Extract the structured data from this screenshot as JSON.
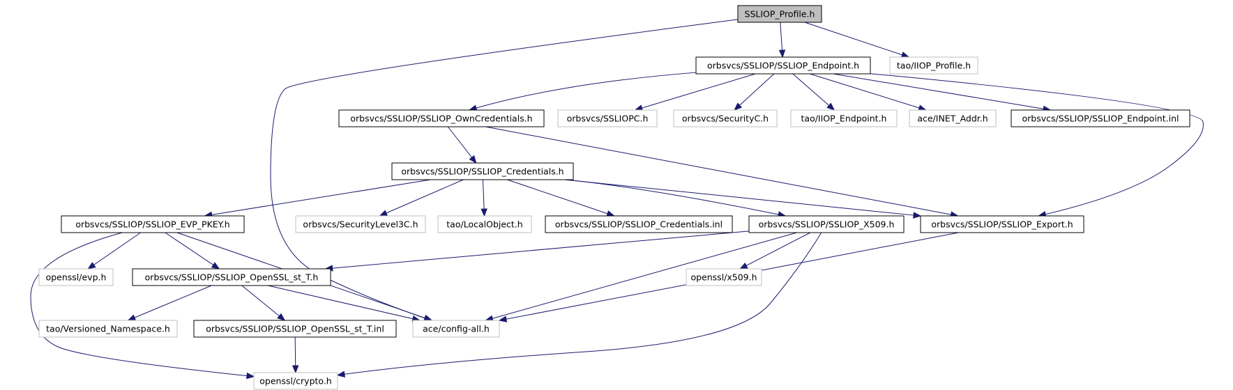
{
  "diagram": {
    "colors": {
      "edge": "#191970",
      "border_solid": "#000000",
      "border_faded": "#bfbfbf",
      "root_fill": "#bfbfbf",
      "node_fill": "#ffffff"
    },
    "nodes": [
      {
        "id": "ssliop-profile-h",
        "label": "SSLIOP_Profile.h",
        "style": "root"
      },
      {
        "id": "ssliop-endpoint-h",
        "label": "orbsvcs/SSLIOP/SSLIOP_Endpoint.h",
        "style": "solid"
      },
      {
        "id": "tao-iiop-profile-h",
        "label": "tao/IIOP_Profile.h",
        "style": "faded"
      },
      {
        "id": "ssliop-owncredentials-h",
        "label": "orbsvcs/SSLIOP/SSLIOP_OwnCredentials.h",
        "style": "solid"
      },
      {
        "id": "ssliopc-h",
        "label": "orbsvcs/SSLIOPC.h",
        "style": "faded"
      },
      {
        "id": "securityc-h",
        "label": "orbsvcs/SecurityC.h",
        "style": "faded"
      },
      {
        "id": "tao-iiop-endpoint-h",
        "label": "tao/IIOP_Endpoint.h",
        "style": "faded"
      },
      {
        "id": "ace-inet-addr-h",
        "label": "ace/INET_Addr.h",
        "style": "faded"
      },
      {
        "id": "ssliop-endpoint-inl",
        "label": "orbsvcs/SSLIOP/SSLIOP_Endpoint.inl",
        "style": "solid"
      },
      {
        "id": "ssliop-credentials-h",
        "label": "orbsvcs/SSLIOP/SSLIOP_Credentials.h",
        "style": "solid"
      },
      {
        "id": "ssliop-evp-pkey-h",
        "label": "orbsvcs/SSLIOP/SSLIOP_EVP_PKEY.h",
        "style": "solid"
      },
      {
        "id": "securitylevel3c-h",
        "label": "orbsvcs/SecurityLevel3C.h",
        "style": "faded"
      },
      {
        "id": "tao-localobject-h",
        "label": "tao/LocalObject.h",
        "style": "faded"
      },
      {
        "id": "ssliop-credentials-inl",
        "label": "orbsvcs/SSLIOP/SSLIOP_Credentials.inl",
        "style": "solid"
      },
      {
        "id": "ssliop-x509-h",
        "label": "orbsvcs/SSLIOP/SSLIOP_X509.h",
        "style": "solid"
      },
      {
        "id": "ssliop-export-h",
        "label": "orbsvcs/SSLIOP/SSLIOP_Export.h",
        "style": "solid"
      },
      {
        "id": "openssl-evp-h",
        "label": "openssl/evp.h",
        "style": "faded"
      },
      {
        "id": "ssliop-openssl-st-t-h",
        "label": "orbsvcs/SSLIOP/SSLIOP_OpenSSL_st_T.h",
        "style": "solid"
      },
      {
        "id": "openssl-x509-h",
        "label": "openssl/x509.h",
        "style": "faded"
      },
      {
        "id": "tao-versioned-namespace-h",
        "label": "tao/Versioned_Namespace.h",
        "style": "faded"
      },
      {
        "id": "ssliop-openssl-st-t-inl",
        "label": "orbsvcs/SSLIOP/SSLIOP_OpenSSL_st_T.inl",
        "style": "solid"
      },
      {
        "id": "ace-config-all-h",
        "label": "ace/config-all.h",
        "style": "faded"
      },
      {
        "id": "openssl-crypto-h",
        "label": "openssl/crypto.h",
        "style": "faded"
      }
    ],
    "edges": [
      {
        "from": "ssliop-profile-h",
        "to": "ssliop-endpoint-h"
      },
      {
        "from": "ssliop-profile-h",
        "to": "tao-iiop-profile-h"
      },
      {
        "from": "ssliop-profile-h",
        "to": "ace-config-all-h"
      },
      {
        "from": "ssliop-endpoint-h",
        "to": "ssliop-owncredentials-h"
      },
      {
        "from": "ssliop-endpoint-h",
        "to": "ssliopc-h"
      },
      {
        "from": "ssliop-endpoint-h",
        "to": "securityc-h"
      },
      {
        "from": "ssliop-endpoint-h",
        "to": "tao-iiop-endpoint-h"
      },
      {
        "from": "ssliop-endpoint-h",
        "to": "ace-inet-addr-h"
      },
      {
        "from": "ssliop-endpoint-h",
        "to": "ssliop-endpoint-inl"
      },
      {
        "from": "ssliop-endpoint-h",
        "to": "ssliop-export-h"
      },
      {
        "from": "ssliop-owncredentials-h",
        "to": "ssliop-credentials-h"
      },
      {
        "from": "ssliop-owncredentials-h",
        "to": "ssliop-export-h"
      },
      {
        "from": "ssliop-credentials-h",
        "to": "ssliop-evp-pkey-h"
      },
      {
        "from": "ssliop-credentials-h",
        "to": "securitylevel3c-h"
      },
      {
        "from": "ssliop-credentials-h",
        "to": "tao-localobject-h"
      },
      {
        "from": "ssliop-credentials-h",
        "to": "ssliop-credentials-inl"
      },
      {
        "from": "ssliop-credentials-h",
        "to": "ssliop-x509-h"
      },
      {
        "from": "ssliop-credentials-h",
        "to": "ssliop-export-h"
      },
      {
        "from": "ssliop-evp-pkey-h",
        "to": "openssl-evp-h"
      },
      {
        "from": "ssliop-evp-pkey-h",
        "to": "ssliop-openssl-st-t-h"
      },
      {
        "from": "ssliop-evp-pkey-h",
        "to": "ace-config-all-h"
      },
      {
        "from": "ssliop-evp-pkey-h",
        "to": "openssl-crypto-h"
      },
      {
        "from": "ssliop-x509-h",
        "to": "ssliop-openssl-st-t-h"
      },
      {
        "from": "ssliop-x509-h",
        "to": "openssl-x509-h"
      },
      {
        "from": "ssliop-x509-h",
        "to": "ace-config-all-h"
      },
      {
        "from": "ssliop-x509-h",
        "to": "openssl-crypto-h"
      },
      {
        "from": "ssliop-export-h",
        "to": "ace-config-all-h"
      },
      {
        "from": "ssliop-openssl-st-t-h",
        "to": "tao-versioned-namespace-h"
      },
      {
        "from": "ssliop-openssl-st-t-h",
        "to": "ssliop-openssl-st-t-inl"
      },
      {
        "from": "ssliop-openssl-st-t-h",
        "to": "ace-config-all-h"
      },
      {
        "from": "ssliop-openssl-st-t-inl",
        "to": "openssl-crypto-h"
      }
    ]
  }
}
